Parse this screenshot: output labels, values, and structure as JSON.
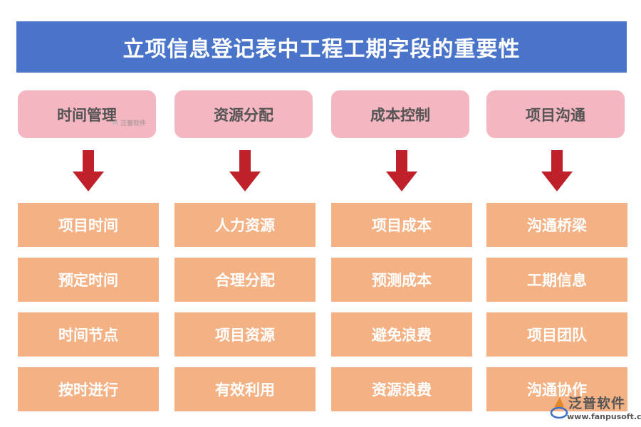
{
  "title": "立项信息登记表中工程工期字段的重要性",
  "columns": [
    {
      "category": "时间管理",
      "items": [
        "项目时间",
        "预定时间",
        "时间节点",
        "按时进行"
      ]
    },
    {
      "category": "资源分配",
      "items": [
        "人力资源",
        "合理分配",
        "项目资源",
        "有效利用"
      ]
    },
    {
      "category": "成本控制",
      "items": [
        "项目成本",
        "预测成本",
        "避免浪费",
        "资源浪费"
      ]
    },
    {
      "category": "项目沟通",
      "items": [
        "沟通桥梁",
        "工期信息",
        "项目团队",
        "沟通协作"
      ]
    }
  ],
  "watermark": {
    "brand": "泛普软件",
    "url": "www.fanpusoft.com"
  },
  "colors": {
    "title_bg": "#4a74c9",
    "category_bg": "#f4b6c1",
    "item_bg": "#f4b183",
    "arrow": "#c0202a"
  }
}
